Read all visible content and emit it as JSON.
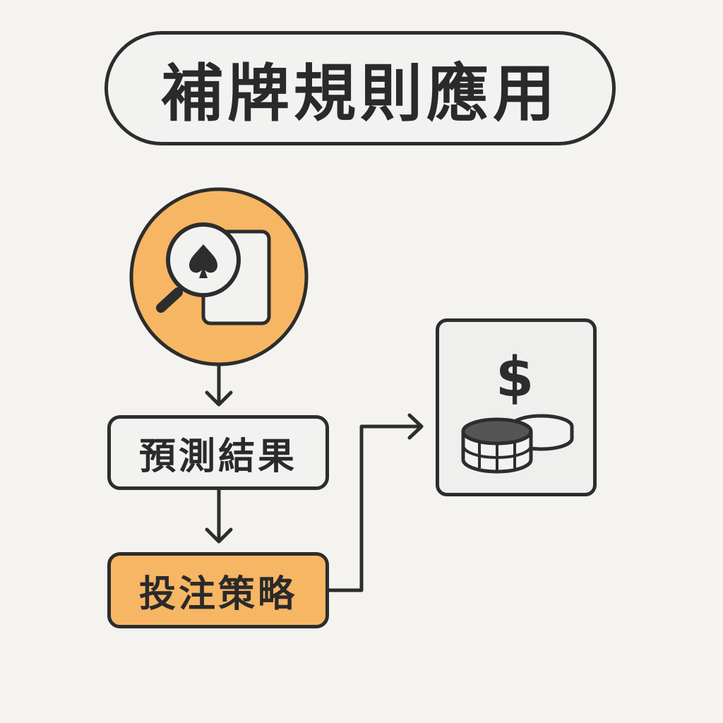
{
  "title": "補牌規則應用",
  "nodes": {
    "predict_label": "預測結果",
    "bet_label": "投注策略"
  },
  "icons": {
    "top_circle": "magnifier-spade-card-icon",
    "card": "coins-dollar-icon"
  },
  "card_symbol": "$",
  "colors": {
    "accent": "#f7b663",
    "stroke": "#2d2d2d",
    "background": "#f4f3f0",
    "box_fill": "#f2f2f1"
  }
}
